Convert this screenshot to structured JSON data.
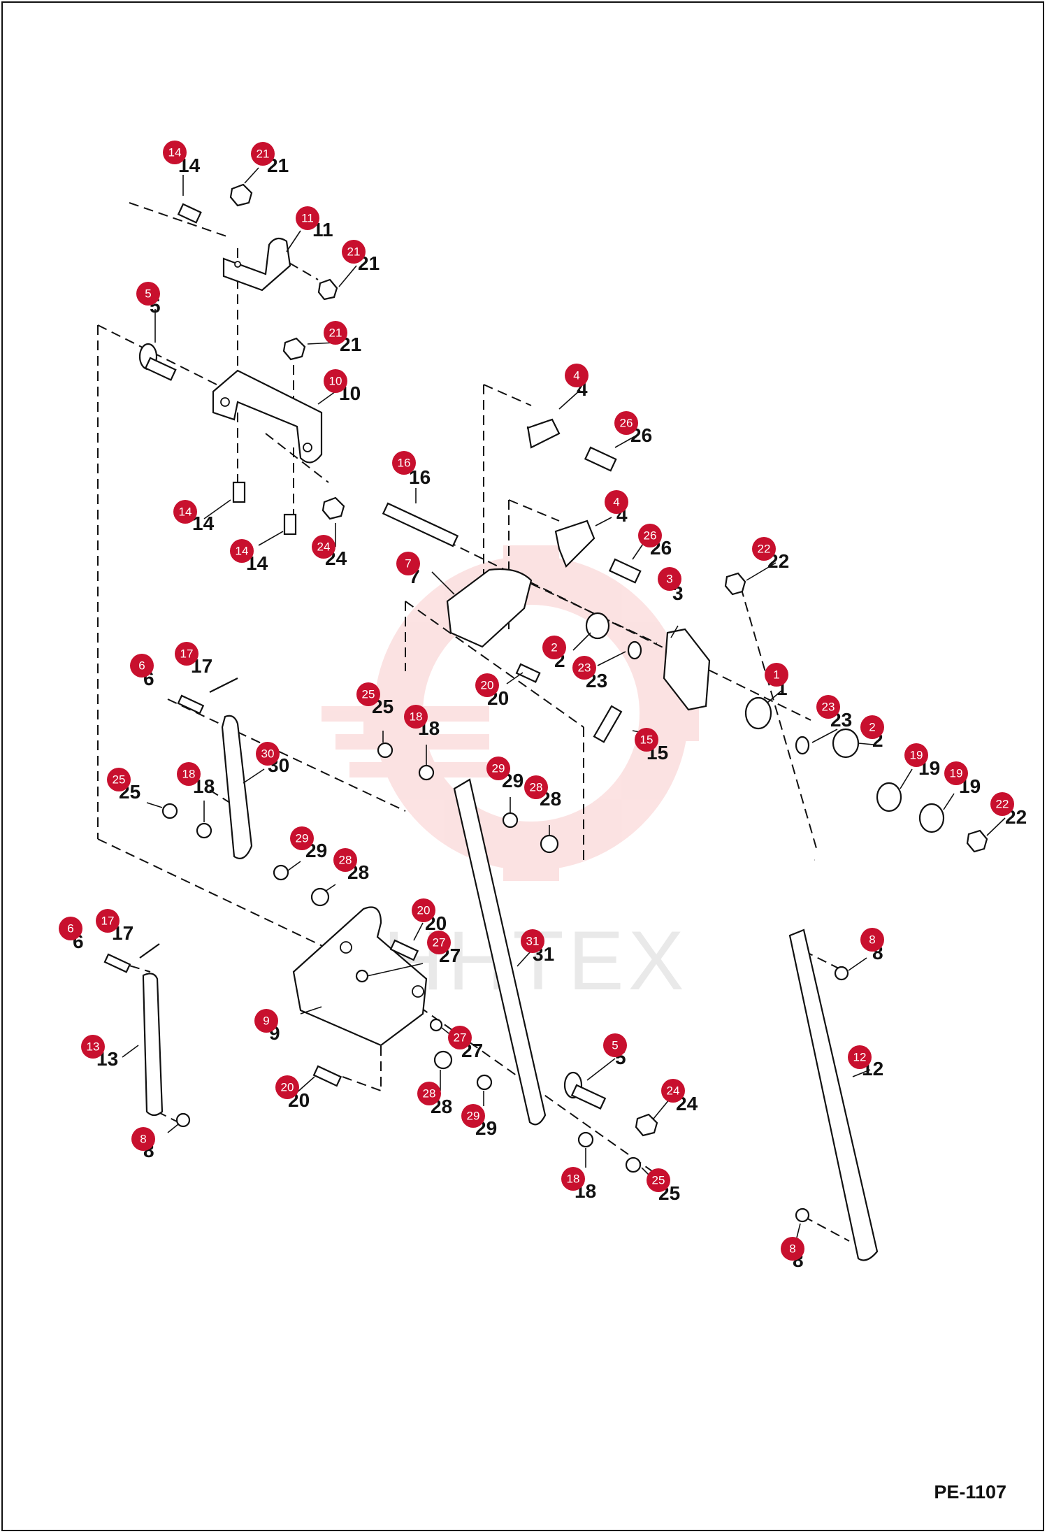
{
  "page_code": "PE-1107",
  "watermark": "HHTEX",
  "colors": {
    "badge": "#c8102e",
    "ink": "#111111",
    "watermark": "#f4a0a0"
  },
  "callouts": [
    {
      "id": "c14a",
      "n": "14"
    },
    {
      "id": "c21a",
      "n": "21"
    },
    {
      "id": "c11",
      "n": "11"
    },
    {
      "id": "c21b",
      "n": "21"
    },
    {
      "id": "c5a",
      "n": "5"
    },
    {
      "id": "c21c",
      "n": "21"
    },
    {
      "id": "c10",
      "n": "10"
    },
    {
      "id": "c14b",
      "n": "14"
    },
    {
      "id": "c14c",
      "n": "14"
    },
    {
      "id": "c24a",
      "n": "24"
    },
    {
      "id": "c4a",
      "n": "4"
    },
    {
      "id": "c26a",
      "n": "26"
    },
    {
      "id": "c16",
      "n": "16"
    },
    {
      "id": "c4b",
      "n": "4"
    },
    {
      "id": "c26b",
      "n": "26"
    },
    {
      "id": "c3",
      "n": "3"
    },
    {
      "id": "c22a",
      "n": "22"
    },
    {
      "id": "c7",
      "n": "7"
    },
    {
      "id": "c2a",
      "n": "2"
    },
    {
      "id": "c23a",
      "n": "23"
    },
    {
      "id": "c20a",
      "n": "20"
    },
    {
      "id": "c1",
      "n": "1"
    },
    {
      "id": "c15",
      "n": "15"
    },
    {
      "id": "c23b",
      "n": "23"
    },
    {
      "id": "c2b",
      "n": "2"
    },
    {
      "id": "c19a",
      "n": "19"
    },
    {
      "id": "c19b",
      "n": "19"
    },
    {
      "id": "c22b",
      "n": "22"
    },
    {
      "id": "c6a",
      "n": "6"
    },
    {
      "id": "c17a",
      "n": "17"
    },
    {
      "id": "c30",
      "n": "30"
    },
    {
      "id": "c25a",
      "n": "25"
    },
    {
      "id": "c18a",
      "n": "18"
    },
    {
      "id": "c25b",
      "n": "25"
    },
    {
      "id": "c18b",
      "n": "18"
    },
    {
      "id": "c29a",
      "n": "29"
    },
    {
      "id": "c28a",
      "n": "28"
    },
    {
      "id": "c29b",
      "n": "29"
    },
    {
      "id": "c28b",
      "n": "28"
    },
    {
      "id": "c20b",
      "n": "20"
    },
    {
      "id": "c27a",
      "n": "27"
    },
    {
      "id": "c31",
      "n": "31"
    },
    {
      "id": "c8a",
      "n": "8"
    },
    {
      "id": "c6b",
      "n": "6"
    },
    {
      "id": "c17b",
      "n": "17"
    },
    {
      "id": "c9",
      "n": "9"
    },
    {
      "id": "c27b",
      "n": "27"
    },
    {
      "id": "c13",
      "n": "13"
    },
    {
      "id": "c12",
      "n": "12"
    },
    {
      "id": "c5b",
      "n": "5"
    },
    {
      "id": "c20c",
      "n": "20"
    },
    {
      "id": "c28c",
      "n": "28"
    },
    {
      "id": "c29c",
      "n": "29"
    },
    {
      "id": "c24b",
      "n": "24"
    },
    {
      "id": "c8b",
      "n": "8"
    },
    {
      "id": "c18c",
      "n": "18"
    },
    {
      "id": "c25c",
      "n": "25"
    },
    {
      "id": "c8c",
      "n": "8"
    }
  ]
}
